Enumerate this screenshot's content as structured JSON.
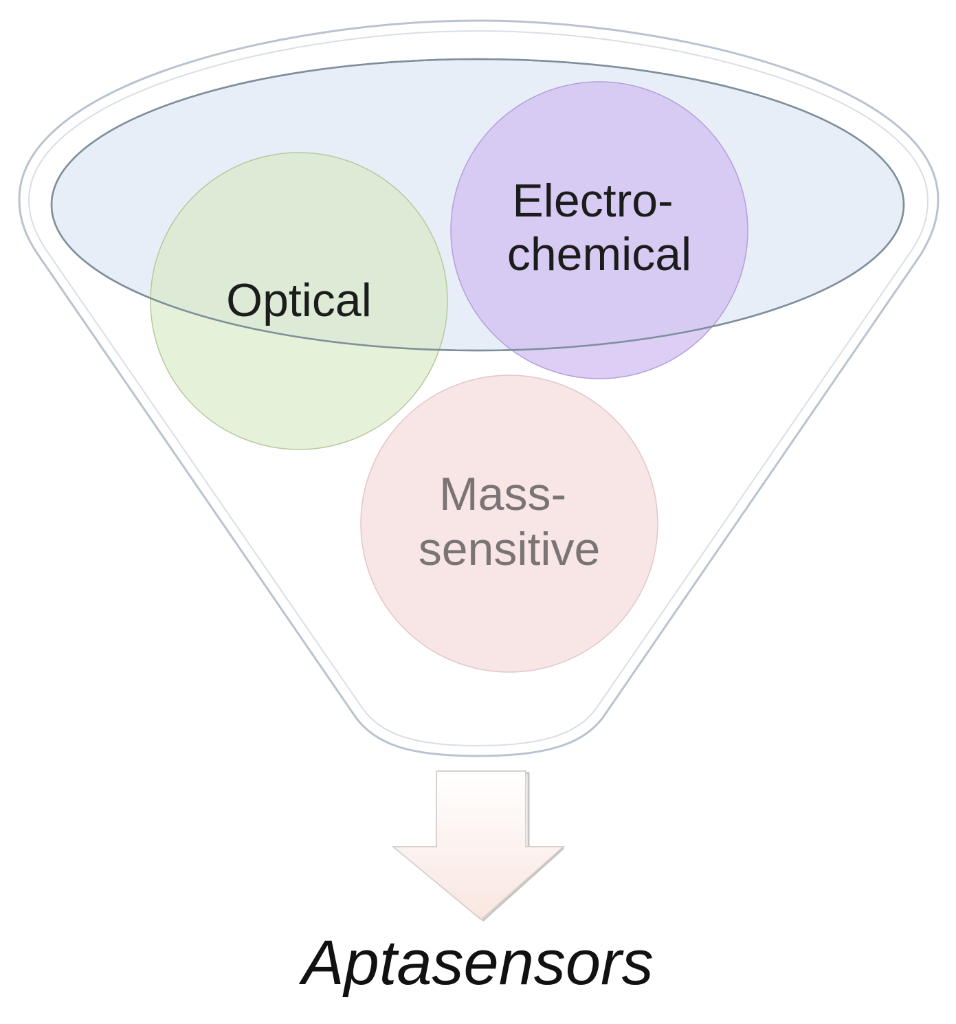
{
  "diagram": {
    "inputs": [
      {
        "id": "optical",
        "lines": [
          "Optical"
        ]
      },
      {
        "id": "electrochemical",
        "lines": [
          "Electro-",
          "chemical"
        ]
      },
      {
        "id": "mass-sensitive",
        "lines": [
          "Mass-",
          "sensitive"
        ]
      }
    ],
    "output_label": "Aptasensors"
  },
  "colors": {
    "optical_fill": "#dfeecf",
    "electrochemical_fill": "#dccaf5",
    "mass_fill": "#f7e2e2",
    "funnel_rim": "#e4ebf7",
    "arrow_fill": "#fbeae4"
  }
}
